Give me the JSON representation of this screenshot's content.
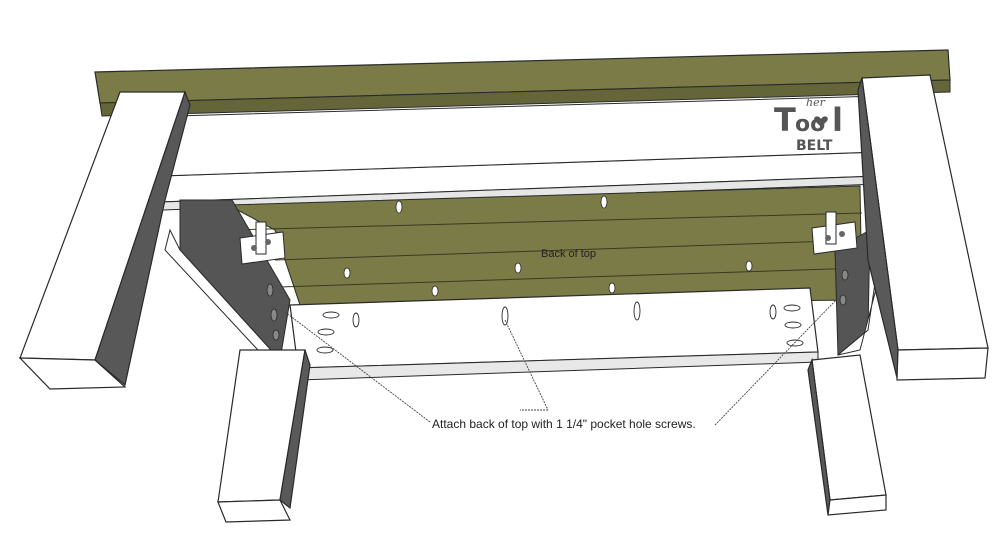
{
  "labels": {
    "back_of_top": "Back of top",
    "callout": "Attach back of top with 1 1/4\" pocket hole screws."
  },
  "logo": {
    "her": "her",
    "tool_t": "T",
    "tool_oo": "oo",
    "tool_l": "l",
    "belt": "BELT"
  },
  "colors": {
    "wood": "#7a7a45",
    "wood_dark": "#5f5f35",
    "white_board": "#ffffff",
    "leg_shadow": "#5a5a5a",
    "outline": "#2a2a2a"
  }
}
